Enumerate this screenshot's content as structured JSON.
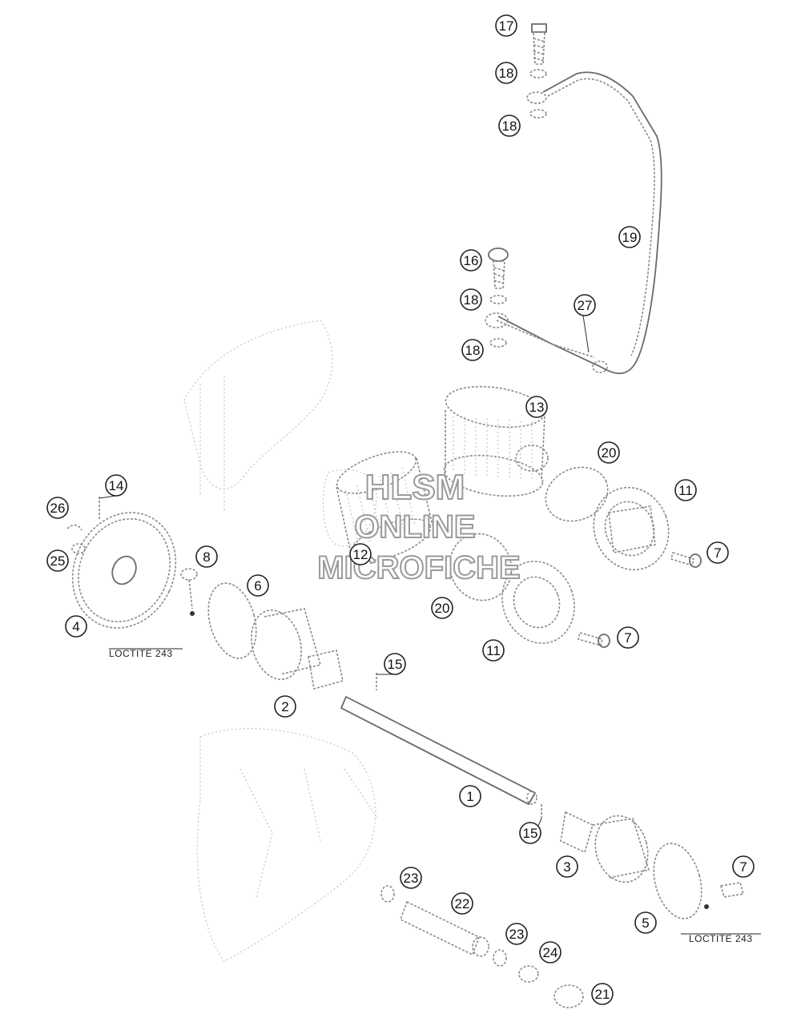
{
  "callouts": [
    "17",
    "18",
    "18",
    "19",
    "16",
    "18",
    "27",
    "18",
    "13",
    "20",
    "11",
    "7",
    "12",
    "20",
    "11",
    "7",
    "14",
    "26",
    "25",
    "8",
    "6",
    "4",
    "15",
    "2",
    "1",
    "15",
    "3",
    "7",
    "5",
    "23",
    "22",
    "23",
    "24",
    "21"
  ],
  "notes": [
    "LOCTITE 243",
    "LOCTITE 243"
  ],
  "watermark": {
    "line1": "HLSM",
    "line2": "ONLINE",
    "line3": "MICROFICHE"
  }
}
